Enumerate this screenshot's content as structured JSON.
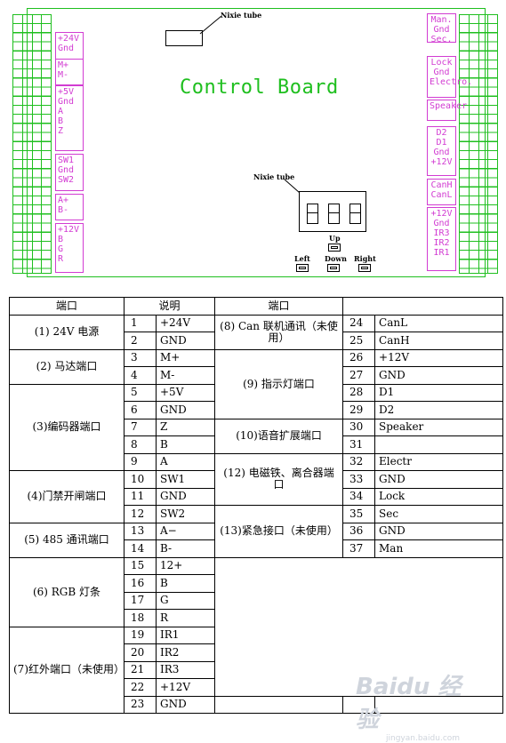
{
  "diagram": {
    "board_title": "Control Board",
    "nixie_label_top": "Nixie tube",
    "nixie_label_mid": "Nixie tube",
    "buttons": {
      "up": "Up",
      "left": "Left",
      "down": "Down",
      "right": "Right"
    },
    "left_terminals": [
      [
        "+24V",
        "Gnd"
      ],
      [
        "M+",
        "M-"
      ],
      [
        "+5V",
        "Gnd",
        "A",
        "B",
        "Z"
      ],
      [
        "SW1",
        "Gnd",
        "SW2"
      ],
      [
        "A+",
        "B-"
      ],
      [
        "+12V",
        "B",
        "G",
        "R"
      ]
    ],
    "right_terminals": [
      [
        "Man.",
        "Gnd",
        "Sec."
      ],
      [
        "Lock",
        "Gnd",
        "Electro."
      ],
      [
        "Speaker"
      ],
      [
        "D2",
        "D1",
        "Gnd",
        "+12V"
      ],
      [
        "CanH",
        "CanL"
      ],
      [
        "+12V",
        "Gnd",
        "IR3",
        "IR2",
        "IR1"
      ]
    ],
    "colors": {
      "board": "#1fbf1f",
      "terminal": "#d23cd2"
    }
  },
  "table": {
    "headers": [
      "端口",
      "说明",
      "端口",
      ""
    ],
    "left_groups": [
      {
        "port": "(1) 24V 电源",
        "rows": [
          [
            "1",
            "+24V"
          ],
          [
            "2",
            "GND"
          ]
        ]
      },
      {
        "port": "(2) 马达端口",
        "rows": [
          [
            "3",
            "M+"
          ],
          [
            "4",
            "M-"
          ]
        ]
      },
      {
        "port": "(3)编码器端口",
        "rows": [
          [
            "5",
            "+5V"
          ],
          [
            "6",
            "GND"
          ],
          [
            "7",
            "Z"
          ],
          [
            "8",
            "B"
          ],
          [
            "9",
            "A"
          ]
        ]
      },
      {
        "port": "(4)门禁开闸端口",
        "rows": [
          [
            "10",
            "SW1"
          ],
          [
            "11",
            "GND"
          ],
          [
            "12",
            "SW2"
          ]
        ]
      },
      {
        "port": "(5) 485 通讯端口",
        "rows": [
          [
            "13",
            "A−"
          ],
          [
            "14",
            "B-"
          ]
        ]
      },
      {
        "port": "(6) RGB 灯条",
        "rows": [
          [
            "15",
            "12+"
          ],
          [
            "16",
            "B"
          ],
          [
            "17",
            "G"
          ],
          [
            "18",
            "R"
          ]
        ]
      },
      {
        "port": "(7)红外端口（未使用）",
        "rows": [
          [
            "19",
            "IR1"
          ],
          [
            "20",
            "IR2"
          ],
          [
            "21",
            "IR3"
          ],
          [
            "22",
            "+12V"
          ],
          [
            "23",
            "GND"
          ]
        ]
      }
    ],
    "right_groups": [
      {
        "port": "(8) Can 联机通讯（未使用）",
        "rows": [
          [
            "24",
            "CanL"
          ],
          [
            "25",
            "CanH"
          ]
        ]
      },
      {
        "port": "(9) 指示灯端口",
        "rows": [
          [
            "26",
            "+12V"
          ],
          [
            "27",
            "GND"
          ],
          [
            "28",
            "D1"
          ],
          [
            "29",
            "D2"
          ]
        ]
      },
      {
        "port": "(10)语音扩展端口",
        "rows": [
          [
            "30",
            "Speaker"
          ],
          [
            "31",
            ""
          ]
        ]
      },
      {
        "port": "(12) 电磁铁、离合器端口",
        "rows": [
          [
            "32",
            "Electr"
          ],
          [
            "33",
            "GND"
          ],
          [
            "34",
            "Lock"
          ]
        ]
      },
      {
        "port": "(13)紧急接口（未使用）",
        "rows": [
          [
            "35",
            "Sec"
          ],
          [
            "36",
            "GND"
          ],
          [
            "37",
            "Man"
          ]
        ]
      }
    ]
  },
  "watermark": {
    "main": "Baidu 经验",
    "sub": "jingyan.baidu.com"
  }
}
